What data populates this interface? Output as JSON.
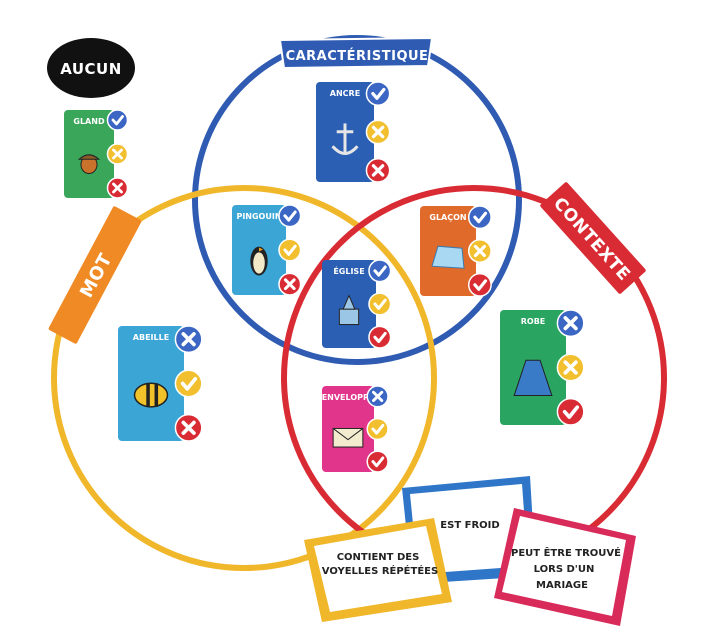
{
  "labels": {
    "none": "AUCUN",
    "feature": "CARACTÉRISTIQUE",
    "word": "MOT",
    "context": "CONTEXTE"
  },
  "colors": {
    "blue": "#2f5bb3",
    "yellow": "#f0b72a",
    "red": "#d92b33",
    "orange": "#f08a24",
    "green": "#2aa561",
    "check": "#d92b33",
    "tick_blue": "#3b66c4",
    "tick_yellow": "#f2bf2f"
  },
  "cards": [
    {
      "id": "gland",
      "title": "GLAND",
      "color": "#3aa65a",
      "icon": "acorn-icon",
      "marks": [
        "blue-check",
        "yellow-cross",
        "red-cross"
      ]
    },
    {
      "id": "ancre",
      "title": "ANCRE",
      "color": "#2b5fb4",
      "icon": "anchor-icon",
      "marks": [
        "blue-check",
        "yellow-cross",
        "red-cross"
      ]
    },
    {
      "id": "pingouin",
      "title": "PINGOUIN",
      "color": "#3ba6d6",
      "icon": "penguin-icon",
      "marks": [
        "blue-check",
        "yellow-check",
        "red-cross"
      ]
    },
    {
      "id": "glacon",
      "title": "GLAÇON",
      "color": "#e06a2a",
      "icon": "ice-icon",
      "marks": [
        "blue-check",
        "yellow-cross",
        "red-check"
      ]
    },
    {
      "id": "eglise",
      "title": "ÉGLISE",
      "color": "#2b5fb4",
      "icon": "church-icon",
      "marks": [
        "blue-check",
        "yellow-check",
        "red-check"
      ]
    },
    {
      "id": "abeille",
      "title": "ABEILLE",
      "color": "#3ba6d6",
      "icon": "bee-icon",
      "marks": [
        "blue-cross",
        "yellow-check",
        "red-cross"
      ]
    },
    {
      "id": "robe",
      "title": "ROBE",
      "color": "#2aa561",
      "icon": "dress-icon",
      "marks": [
        "blue-cross",
        "yellow-cross",
        "red-check"
      ]
    },
    {
      "id": "enveloppe",
      "title": "ENVELOPPE",
      "color": "#e0358a",
      "icon": "envelope-icon",
      "marks": [
        "blue-cross",
        "yellow-check",
        "red-check"
      ]
    }
  ],
  "clues": {
    "blue": "EST FROID",
    "yellow_line1": "CONTIENT DES",
    "yellow_line2": "VOYELLES RÉPÉTÉES",
    "red_line1": "PEUT ÊTRE TROUVÉ",
    "red_line2": "LORS D'UN",
    "red_line3": "MARIAGE"
  }
}
